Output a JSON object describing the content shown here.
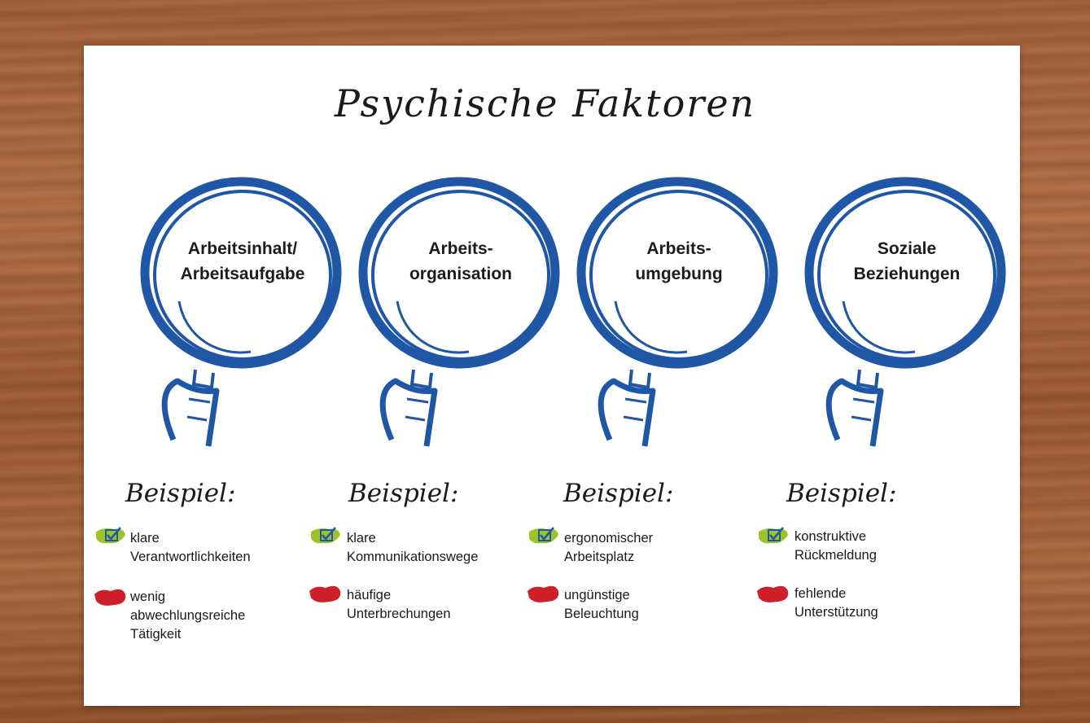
{
  "title": "Psychische Faktoren",
  "colors": {
    "ring": "#1f56a6",
    "positive": "#9cc42a",
    "negative": "#cf1f2a"
  },
  "factors": [
    {
      "label_lines": [
        "Arbeitsinhalt/",
        "Arbeitsaufgabe"
      ],
      "beispiel": "Beispiel:",
      "positive_lines": [
        "klare",
        "Verantwortlichkeiten"
      ],
      "negative_lines": [
        "wenig",
        "abwechlungsreiche",
        "Tätigkeit"
      ]
    },
    {
      "label_lines": [
        "Arbeits-",
        "organisation"
      ],
      "beispiel": "Beispiel:",
      "positive_lines": [
        "klare",
        "Kommunikationswege"
      ],
      "negative_lines": [
        "häufige",
        "Unterbrechungen"
      ]
    },
    {
      "label_lines": [
        "Arbeits-",
        "umgebung"
      ],
      "beispiel": "Beispiel:",
      "positive_lines": [
        "ergonomischer",
        "Arbeitsplatz"
      ],
      "negative_lines": [
        "ungünstige",
        "Beleuchtung"
      ]
    },
    {
      "label_lines": [
        "Soziale",
        "Beziehungen"
      ],
      "beispiel": "Beispiel:",
      "positive_lines": [
        "konstruktive",
        "Rückmeldung"
      ],
      "negative_lines": [
        "fehlende",
        "Unterstützung"
      ]
    }
  ]
}
